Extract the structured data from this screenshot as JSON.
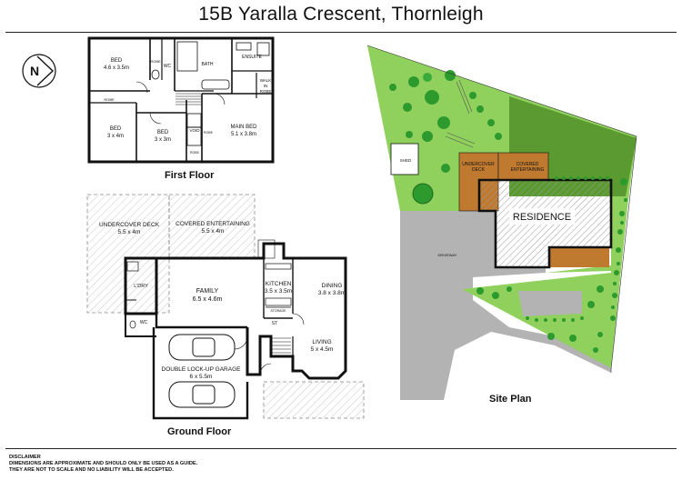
{
  "header": {
    "title": "15B Yaralla Crescent, Thornleigh"
  },
  "compass": {
    "letter": "N"
  },
  "first_floor": {
    "caption": "First Floor",
    "rooms": {
      "bed1": {
        "name": "BED",
        "size": "4.6 x 3.5m"
      },
      "robe1": "ROBE",
      "wc": "WC",
      "bath": "BATH",
      "ensuite": "ENSUITE",
      "walk_in_robe": [
        "WALK",
        "IN",
        "ROBE"
      ],
      "robe2": "ROBE",
      "bed2": {
        "name": "BED",
        "size": "3 x 4m"
      },
      "bed3": {
        "name": "BED",
        "size": "3 x 3m"
      },
      "void": "VOID",
      "robe3": "ROBE",
      "robe4": "ROBE",
      "main_bed": {
        "name": "MAIN BED",
        "size": "5.1 x 3.8m"
      }
    }
  },
  "ground_floor": {
    "caption": "Ground Floor",
    "rooms": {
      "undercover_deck": {
        "name": "UNDERCOVER DECK",
        "size": "5.5 x 4m"
      },
      "covered_entertaining": {
        "name": "COVERED ENTERTAINING",
        "size": "5.5 x 4m"
      },
      "laundry": "L'DRY",
      "wc": "WC",
      "family": {
        "name": "FAMILY",
        "size": "6.5 x 4.6m"
      },
      "kitchen": {
        "name": "KITCHEN",
        "size": "3.5 x 3.5m"
      },
      "storage": "STORAGE",
      "st": "ST",
      "dining": {
        "name": "DINING",
        "size": "3.8 x 3.8m"
      },
      "living": {
        "name": "LIVING",
        "size": "5 x 4.5m"
      },
      "garage": {
        "name": "DOUBLE LOCK-UP GARAGE",
        "size": "6 x 5.5m"
      }
    }
  },
  "site_plan": {
    "caption": "Site Plan",
    "labels": {
      "shed": "SHED",
      "undercover_deck": [
        "UNDERCOVER",
        "DECK"
      ],
      "covered_entertaining": [
        "COVERED",
        "ENTERTAINING"
      ],
      "residence": "RESIDENCE",
      "driveway": "DRIVEWAY"
    },
    "colors": {
      "lawn": "#8fd15c",
      "dark_lawn": "#5a9a30",
      "deck": "#c07a30",
      "driveway": "#b3b3b3",
      "tree": "#2d9a2d"
    }
  },
  "disclaimer": {
    "title": "DISCLAIMER",
    "line1": "DIMENSIONS ARE APPROXIMATE AND SHOULD ONLY BE USED AS A  GUIDE.",
    "line2": "THEY ARE NOT TO SCALE AND NO LIABILITY WILL BE ACCEPTED."
  }
}
